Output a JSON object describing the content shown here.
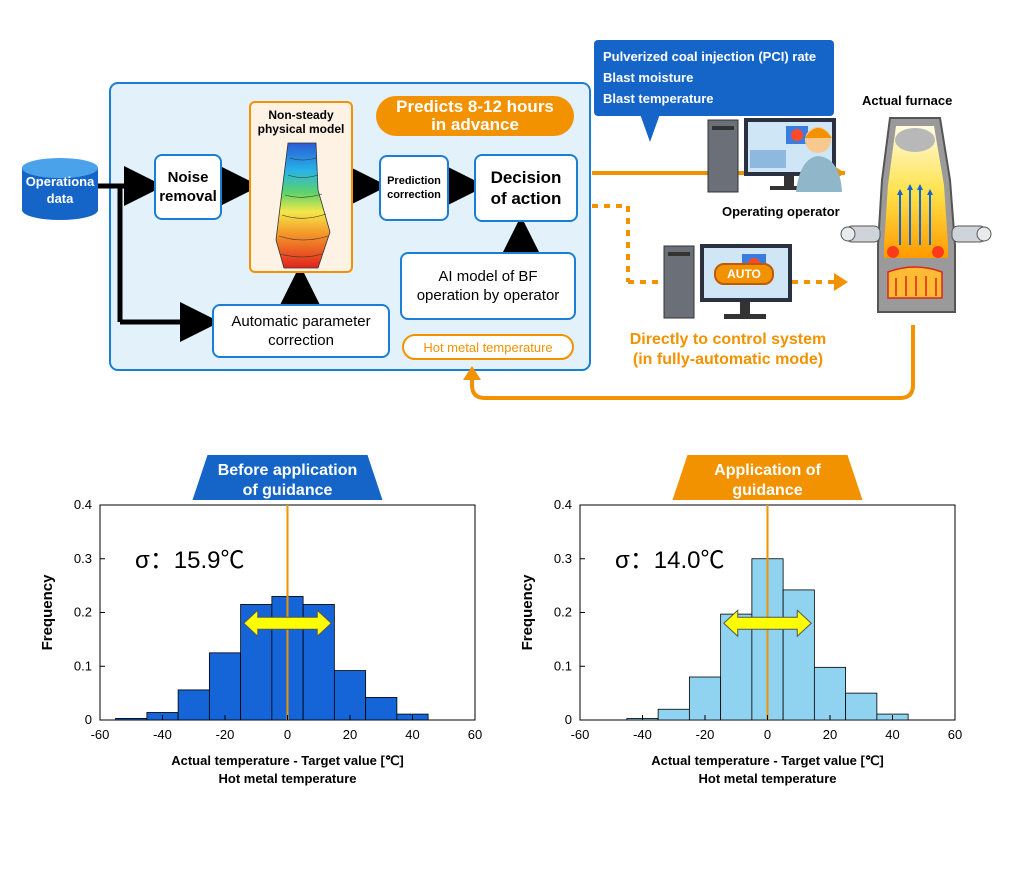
{
  "diagram": {
    "db_label_1": "Operationa",
    "db_label_2": "data",
    "noise_removal_1": "Noise",
    "noise_removal_2": "removal",
    "model_title_1": "Non-steady",
    "model_title_2": "physical model",
    "predicts_1": "Predicts 8-12 hours",
    "predicts_2": "in advance",
    "prediction_correction_1": "Prediction",
    "prediction_correction_2": "correction",
    "decision_1": "Decision",
    "decision_2": "of action",
    "ai_model_1": "AI model of BF",
    "ai_model_2": "operation by operator",
    "auto_param_1": "Automatic parameter",
    "auto_param_2": "correction",
    "hot_metal_tag": "Hot metal temperature",
    "callout": [
      "Pulverized coal injection (PCI) rate",
      "Blast moisture",
      "Blast temperature"
    ],
    "actual_furnace": "Actual furnace",
    "operating_operator": "Operating operator",
    "auto_label": "AUTO",
    "direct_control_1": "Directly to control system",
    "direct_control_2": "(in fully-automatic mode)"
  },
  "chart_data": [
    {
      "type": "bar",
      "banner": [
        "Before application",
        "of guidance"
      ],
      "sigma": "σ：15.9℃",
      "x": [
        -50,
        -40,
        -30,
        -20,
        -10,
        0,
        10,
        20,
        30,
        40
      ],
      "values": [
        0.003,
        0.014,
        0.056,
        0.125,
        0.215,
        0.23,
        0.215,
        0.092,
        0.042,
        0.011
      ],
      "xlim": [
        -60,
        60
      ],
      "ylim": [
        0,
        0.4
      ],
      "xticks": [
        "-60",
        "-40",
        "-20",
        "0",
        "20",
        "40",
        "60"
      ],
      "yticks": [
        "0",
        "0.1",
        "0.2",
        "0.3",
        "0.4"
      ],
      "xlabel": "Actual temperature - Target value [℃]",
      "xlabel2": "Hot metal temperature",
      "ylabel": "Frequency",
      "bar_color": "#1565d8",
      "banner_color": "#1565c8"
    },
    {
      "type": "bar",
      "banner": [
        "Application of",
        "guidance"
      ],
      "sigma": "σ：14.0℃",
      "x": [
        -40,
        -30,
        -20,
        -10,
        0,
        10,
        20,
        30,
        40
      ],
      "values": [
        0.003,
        0.02,
        0.08,
        0.197,
        0.3,
        0.242,
        0.098,
        0.05,
        0.011
      ],
      "xlim": [
        -60,
        60
      ],
      "ylim": [
        0,
        0.4
      ],
      "xticks": [
        "-60",
        "-40",
        "-20",
        "0",
        "20",
        "40",
        "60"
      ],
      "yticks": [
        "0",
        "0.1",
        "0.2",
        "0.3",
        "0.4"
      ],
      "xlabel": "Actual temperature - Target value [℃]",
      "xlabel2": "Hot metal temperature",
      "ylabel": "Frequency",
      "bar_color": "#8fd3f0",
      "banner_color": "#f39200"
    }
  ]
}
